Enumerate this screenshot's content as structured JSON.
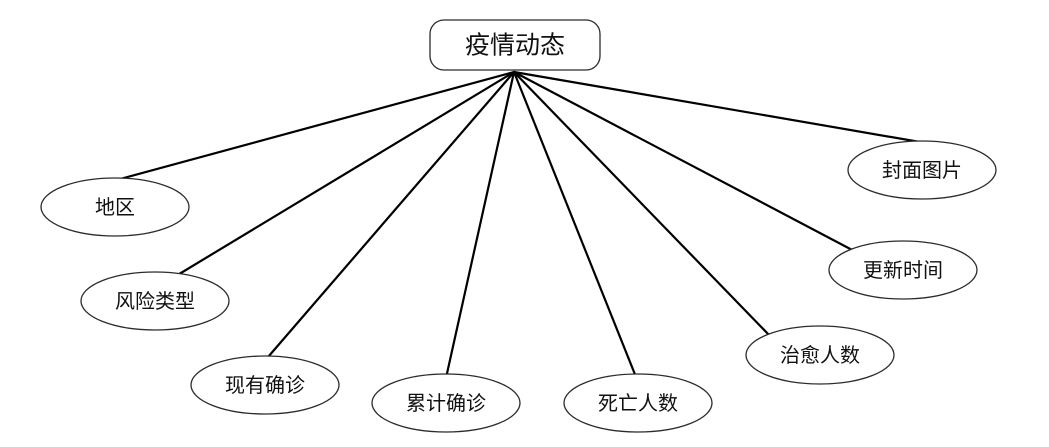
{
  "diagram": {
    "root": {
      "label": "疫情动态"
    },
    "attributes": [
      {
        "label": "地区"
      },
      {
        "label": "风险类型"
      },
      {
        "label": "现有确诊"
      },
      {
        "label": "累计确诊"
      },
      {
        "label": "死亡人数"
      },
      {
        "label": "治愈人数"
      },
      {
        "label": "更新时间"
      },
      {
        "label": "封面图片"
      }
    ]
  }
}
